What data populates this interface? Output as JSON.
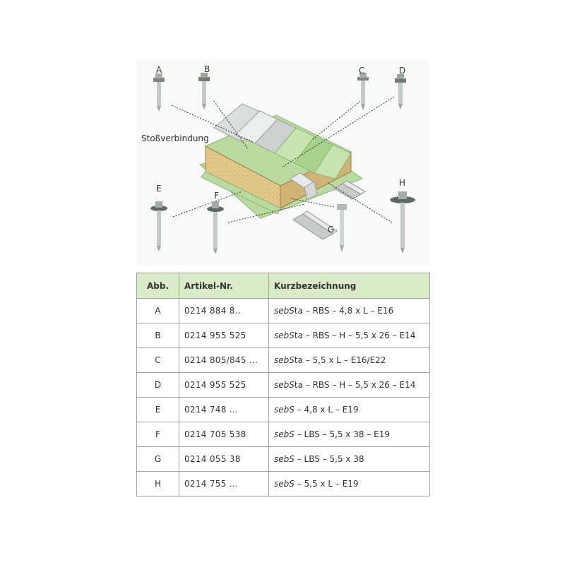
{
  "diagram": {
    "joint_label": "Stoßverbindung",
    "screw_labels": {
      "A": "A",
      "B": "B",
      "C": "C",
      "D": "D",
      "E": "E",
      "F": "F",
      "G": "G",
      "H": "H"
    },
    "colors": {
      "green_panel": "#b9dba0",
      "mineral_wool": "#e2c98a",
      "sheet_metal": "#dcdedd",
      "leader_line": "#333333"
    }
  },
  "table": {
    "headers": {
      "abb": "Abb.",
      "artnr": "Artikel-Nr.",
      "kurz": "Kurzbezeichnung"
    },
    "header_color": "#d9ecc7",
    "rows": [
      {
        "abb": "A",
        "artnr": "0214 884 8..",
        "brand": "sebS",
        "brand_suffix": "ta",
        "rest": " – RBS – 4,8 x L – E16"
      },
      {
        "abb": "B",
        "artnr": "0214 955 525",
        "brand": "sebS",
        "brand_suffix": "ta",
        "rest": " – RBS – H – 5,5 x 26 – E14"
      },
      {
        "abb": "C",
        "artnr": "0214 805/845 ...",
        "brand": "sebS",
        "brand_suffix": "ta",
        "rest": " – 5,5 x L – E16/E22"
      },
      {
        "abb": "D",
        "artnr": "0214 955 525",
        "brand": "sebS",
        "brand_suffix": "ta",
        "rest": " – RBS – H – 5,5 x 26 – E14"
      },
      {
        "abb": "E",
        "artnr": "0214 748 ...",
        "brand": "sebS",
        "brand_suffix": "",
        "rest": " – 4,8 x L – E19"
      },
      {
        "abb": "F",
        "artnr": "0214 705 538",
        "brand": "sebS",
        "brand_suffix": "",
        "rest": " – LBS – 5,5 x 38 – E19"
      },
      {
        "abb": "G",
        "artnr": "0214 055 38",
        "brand": "sebS",
        "brand_suffix": "",
        "rest": " – LBS – 5,5 x 38"
      },
      {
        "abb": "H",
        "artnr": "0214 755 ...",
        "brand": "sebS",
        "brand_suffix": "",
        "rest": " – 5,5 x L – E19"
      }
    ]
  }
}
